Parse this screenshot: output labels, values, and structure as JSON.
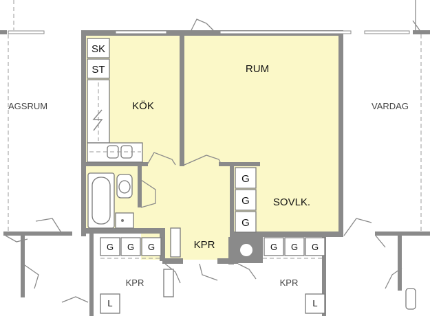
{
  "colors": {
    "apartment_fill": "#fbf8c8",
    "wall": "#8a8a8a",
    "background": "#ffffff"
  },
  "rooms": {
    "rum": "RUM",
    "kok": "KÖK",
    "sovlk": "SOVLK.",
    "kpr_main": "KPR",
    "kpr_left": "KPR",
    "kpr_right": "KPR",
    "neighbor_left": "AGSRUM",
    "neighbor_right": "VARDAG"
  },
  "fixtures": {
    "sk": "SK",
    "st": "ST",
    "g": "G",
    "l": "L"
  }
}
